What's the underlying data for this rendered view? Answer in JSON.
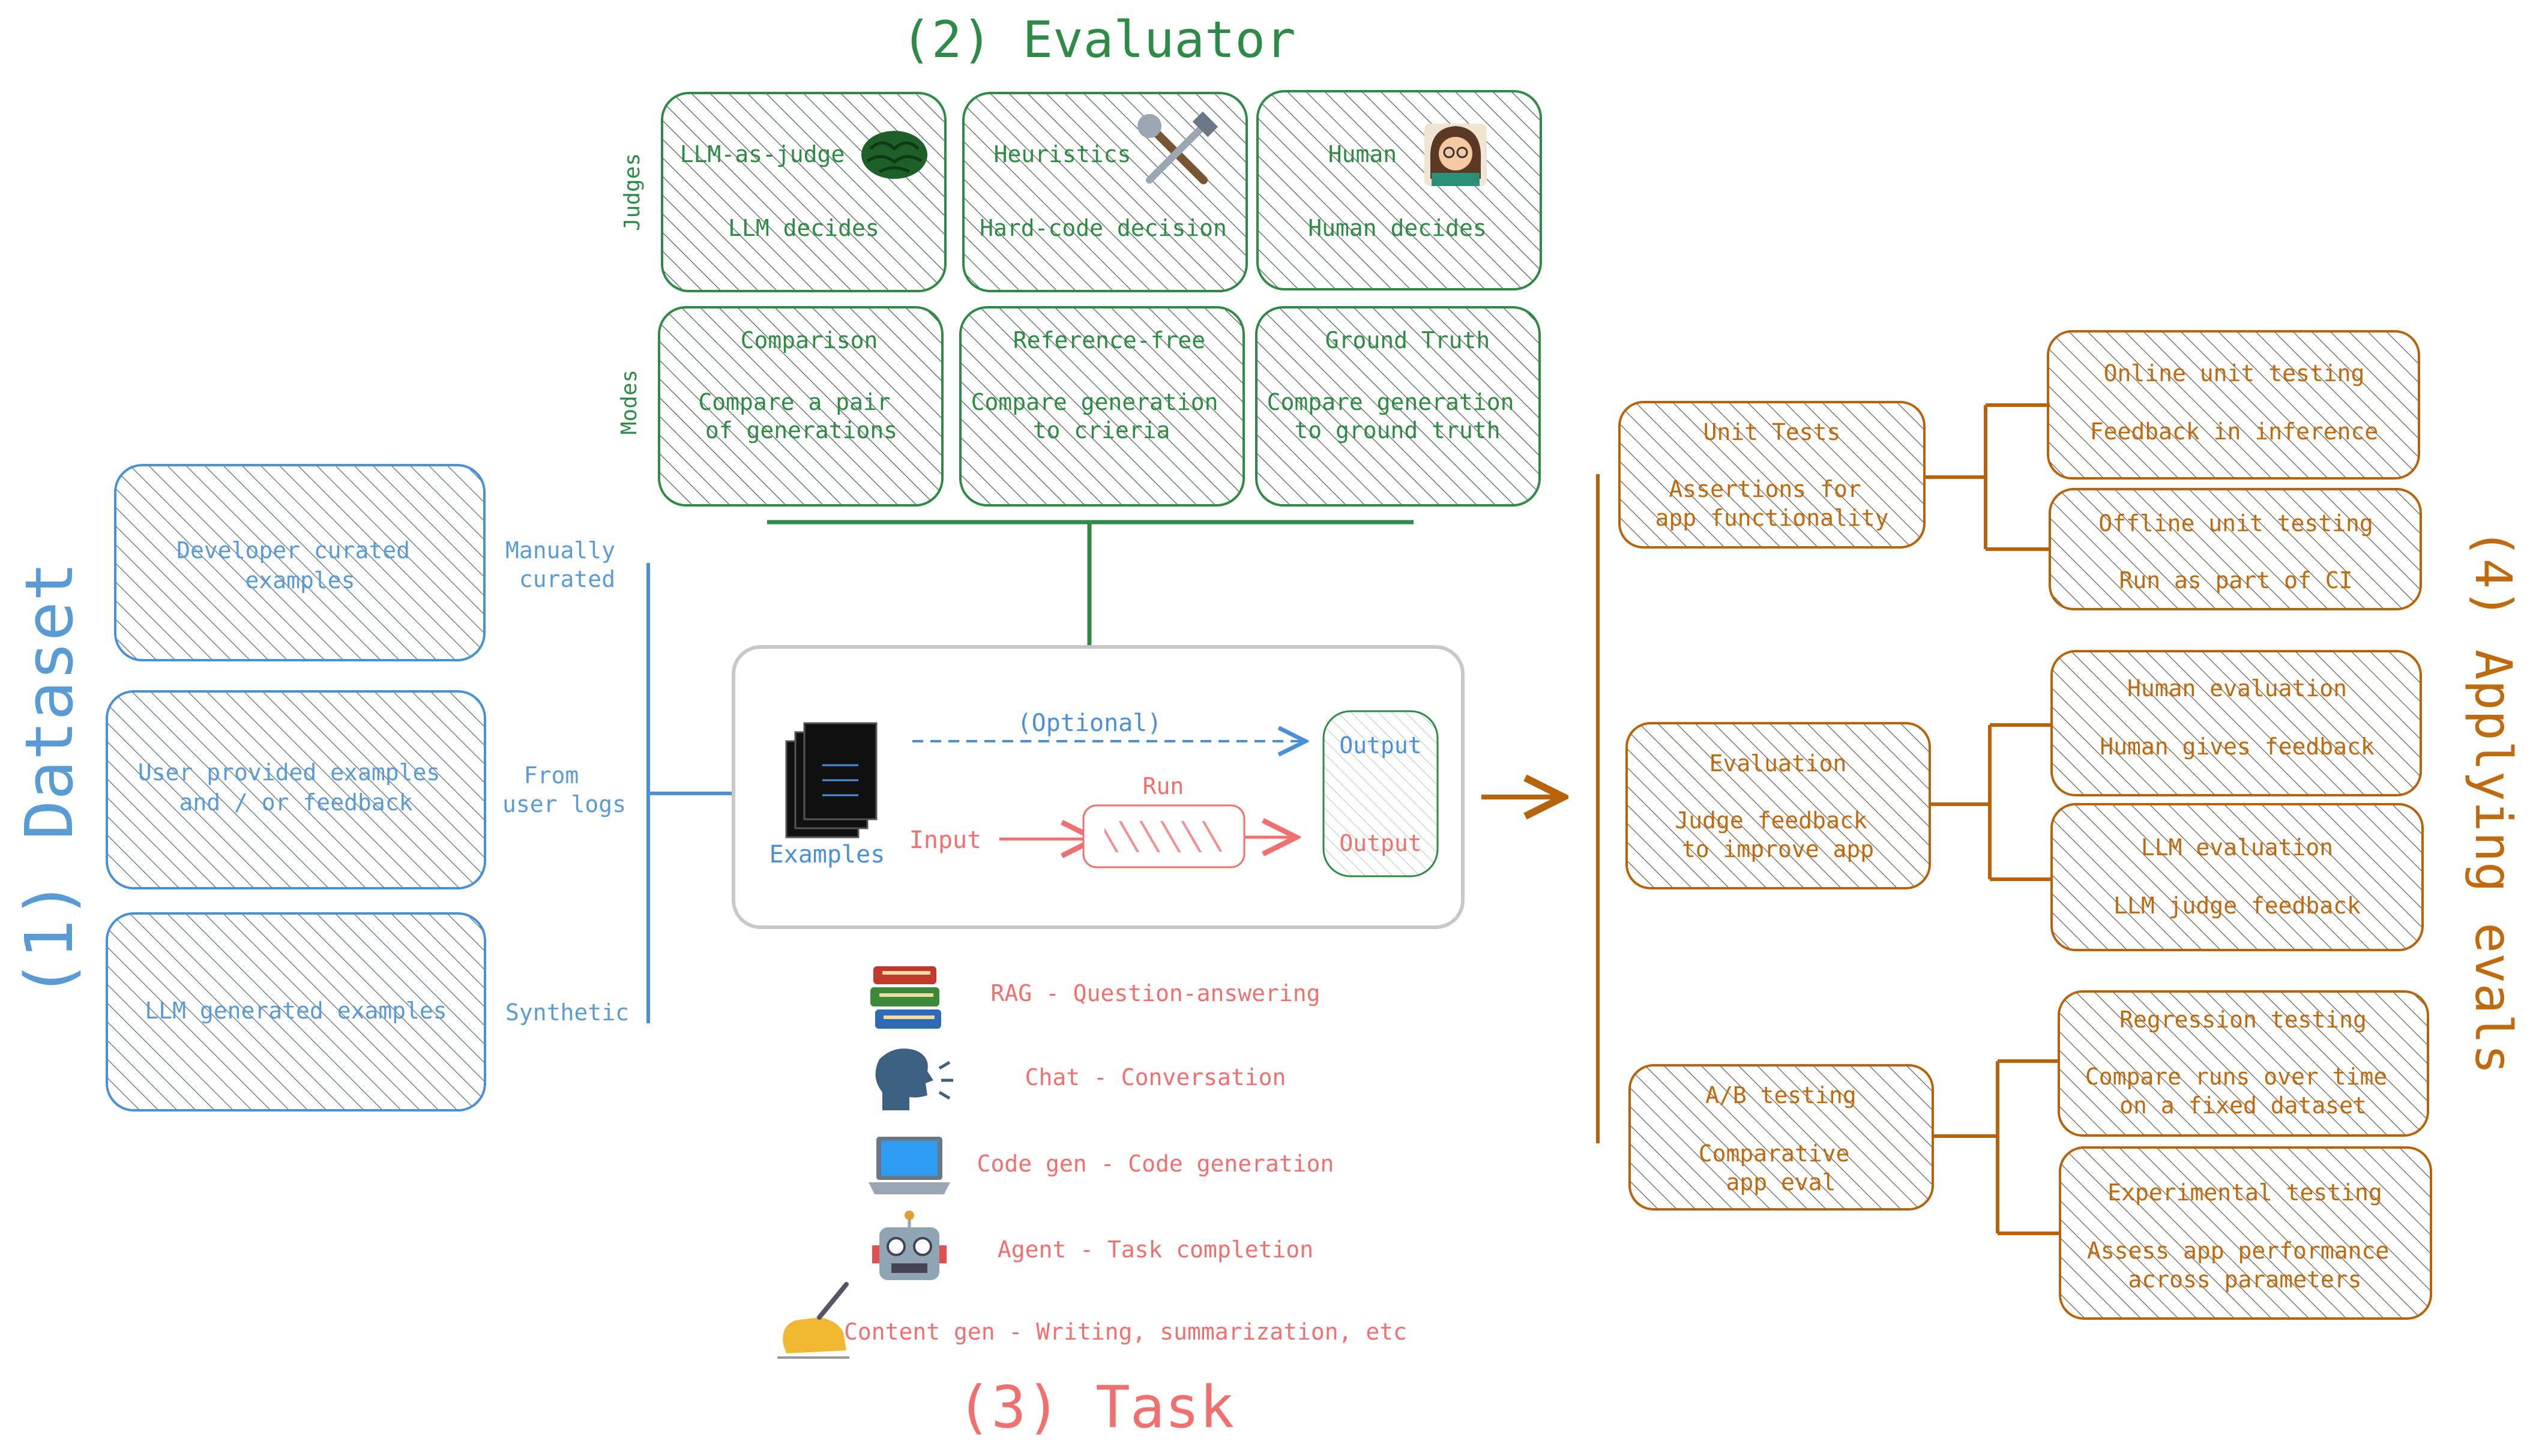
{
  "colors": {
    "blue": "#4a90d9",
    "blue_text": "#5b9bd5",
    "green": "#2e8b45",
    "red": "#f07070",
    "orange": "#b8620a",
    "orange_text": "#c06a10",
    "gray_border": "#c8c8c8",
    "hatch_gray": "#4a4a4a"
  },
  "dataset": {
    "title": "(1) Dataset",
    "boxes": [
      {
        "text": [
          "Developer curated",
          "examples"
        ],
        "side_label": [
          "Manually",
          "curated"
        ]
      },
      {
        "text": [
          "User provided examples",
          "and / or feedback"
        ],
        "side_label": [
          "From",
          "user logs"
        ]
      },
      {
        "text": [
          "LLM generated examples"
        ],
        "side_label": [
          "Synthetic"
        ]
      }
    ]
  },
  "evaluator": {
    "title": "(2) Evaluator",
    "row_labels": {
      "judges": "Judges",
      "modes": "Modes"
    },
    "judges": [
      {
        "name": "LLM-as-judge",
        "desc": "LLM decides",
        "icon": "brain-icon"
      },
      {
        "name": "Heuristics",
        "desc": "Hard-code decision",
        "icon": "tools-icon"
      },
      {
        "name": "Human",
        "desc": "Human decides",
        "icon": "human-icon"
      }
    ],
    "modes": [
      {
        "name": "Comparison",
        "desc": [
          "Compare a pair",
          "of generations"
        ]
      },
      {
        "name": "Reference-free",
        "desc": [
          "Compare generation",
          "to crieria"
        ]
      },
      {
        "name": "Ground Truth",
        "desc": [
          "Compare generation",
          "to ground truth"
        ]
      }
    ]
  },
  "task": {
    "title": "(3) Task",
    "examples_label": "Examples",
    "optional_label": "(Optional)",
    "input_label": "Input",
    "run_label": "Run",
    "output_label": "Output",
    "types": [
      {
        "text": "RAG - Question-answering",
        "icon": "books-icon"
      },
      {
        "text": "Chat - Conversation",
        "icon": "speaking-head-icon"
      },
      {
        "text": "Code gen - Code generation",
        "icon": "laptop-icon"
      },
      {
        "text": "Agent - Task completion",
        "icon": "robot-icon"
      },
      {
        "text": "Content gen - Writing, summarization, etc",
        "icon": "writing-hand-icon"
      }
    ]
  },
  "applying": {
    "title": "(4) Applying evals",
    "groups": [
      {
        "name": "Unit Tests",
        "desc": [
          "Assertions for",
          "app functionality"
        ],
        "children": [
          {
            "name": "Online unit testing",
            "desc": [
              "Feedback in inference"
            ]
          },
          {
            "name": "Offline unit testing",
            "desc": [
              "Run as part of CI"
            ]
          }
        ]
      },
      {
        "name": "Evaluation",
        "desc": [
          "Judge feedback",
          "to improve app"
        ],
        "children": [
          {
            "name": "Human evaluation",
            "desc": [
              "Human gives feedback"
            ]
          },
          {
            "name": "LLM evaluation",
            "desc": [
              "LLM judge feedback"
            ]
          }
        ]
      },
      {
        "name": "A/B testing",
        "desc": [
          "Comparative",
          "app eval"
        ],
        "children": [
          {
            "name": "Regression testing",
            "desc": [
              "Compare runs over time",
              "on a fixed dataset"
            ]
          },
          {
            "name": "Experimental testing",
            "desc": [
              "Assess app performance",
              "across parameters"
            ]
          }
        ]
      }
    ]
  }
}
